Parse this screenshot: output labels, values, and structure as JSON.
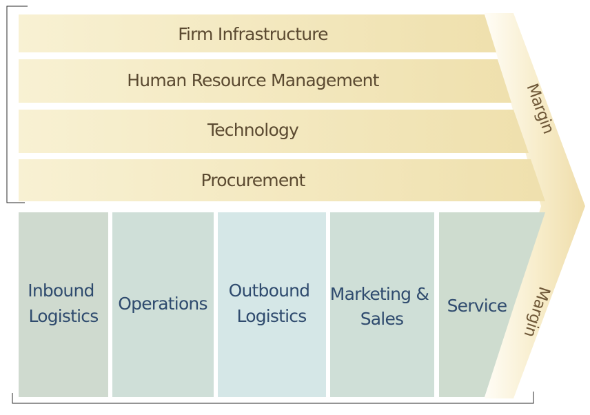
{
  "support_activities": [
    {
      "label": "Firm Infrastructure"
    },
    {
      "label": "Human Resource Management"
    },
    {
      "label": "Technology"
    },
    {
      "label": "Procurement"
    }
  ],
  "primary_activities": [
    {
      "lines": [
        "Inbound",
        "Logistics"
      ]
    },
    {
      "lines": [
        "Operations"
      ]
    },
    {
      "lines": [
        "Outbound",
        "Logistics"
      ]
    },
    {
      "lines": [
        "Marketing &",
        "Sales"
      ]
    },
    {
      "lines": [
        "Service"
      ]
    }
  ],
  "margin": {
    "upper_label": "Margin",
    "lower_label": "Margin"
  },
  "colors": {
    "support_fill": "#f3e7bd",
    "primary_fill": "#cfddd3",
    "outbound_fill": "#d4e8e7",
    "margin_fill": "#f4e8bf",
    "margin_outer": "#fffdf4",
    "text_support": "#5b4a31",
    "text_primary": "#2f4b6e"
  }
}
